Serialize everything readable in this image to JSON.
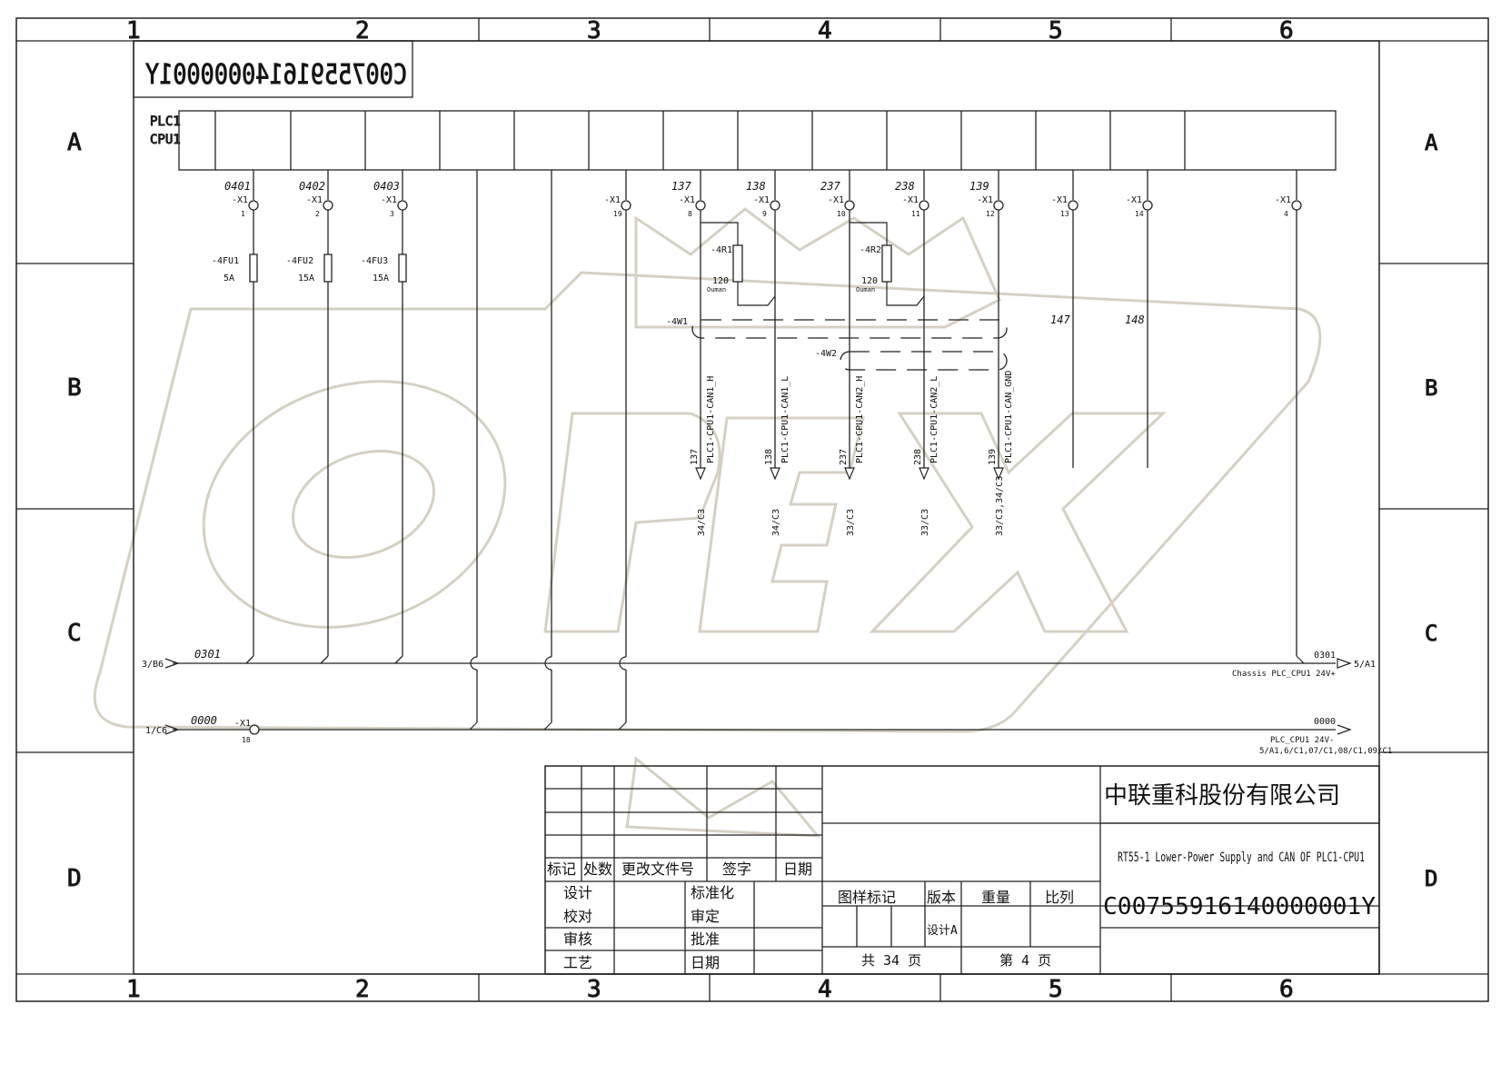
{
  "drawing": {
    "border_numbers_top": [
      "1",
      "2",
      "3",
      "4",
      "5",
      "6"
    ],
    "border_numbers_bottom": [
      "1",
      "2",
      "3",
      "4",
      "5",
      "6"
    ],
    "border_letters": [
      "A",
      "B",
      "C",
      "D"
    ],
    "mirrored_code": "C00755916140000001Y",
    "plc_label": [
      "PLC1",
      "CPU1"
    ],
    "watermark": "OPEX"
  },
  "terminals": [
    {
      "wire": "0401",
      "conn": "-X1",
      "pin": "1"
    },
    {
      "wire": "0402",
      "conn": "-X1",
      "pin": "2"
    },
    {
      "wire": "0403",
      "conn": "-X1",
      "pin": "3"
    },
    {
      "wire": "",
      "conn": "-X1",
      "pin": "19"
    },
    {
      "wire": "137",
      "conn": "-X1",
      "pin": "8"
    },
    {
      "wire": "138",
      "conn": "-X1",
      "pin": "9"
    },
    {
      "wire": "237",
      "conn": "-X1",
      "pin": "10"
    },
    {
      "wire": "238",
      "conn": "-X1",
      "pin": "11"
    },
    {
      "wire": "139",
      "conn": "-X1",
      "pin": "12"
    },
    {
      "wire": "",
      "conn": "-X1",
      "pin": "13"
    },
    {
      "wire": "",
      "conn": "-X1",
      "pin": "14"
    },
    {
      "wire": "",
      "conn": "-X1",
      "pin": "4"
    }
  ],
  "fuses": [
    {
      "name": "-4FU1",
      "rating": "5A"
    },
    {
      "name": "-4FU2",
      "rating": "15A"
    },
    {
      "name": "-4FU3",
      "rating": "15A"
    }
  ],
  "resistors": [
    {
      "name": "-4R1",
      "value": "120",
      "unit": "Ouman"
    },
    {
      "name": "-4R2",
      "value": "120",
      "unit": "Ouman"
    }
  ],
  "cables": [
    "-4W1",
    "-4W2"
  ],
  "free_wires": [
    "147",
    "148"
  ],
  "signals": [
    {
      "label": "PLC1-CPU1-CAN1_H",
      "wire": "137",
      "ref": "34/C3"
    },
    {
      "label": "PLC1-CPU1-CAN1_L",
      "wire": "138",
      "ref": "34/C3"
    },
    {
      "label": "PLC1-CPU1-CAN2_H",
      "wire": "237",
      "ref": "33/C3"
    },
    {
      "label": "PLC1-CPU1-CAN2_L",
      "wire": "238",
      "ref": "33/C3"
    },
    {
      "label": "PLC1-CPU1-CAN_GND",
      "wire": "139",
      "ref": "33/C3,34/C3"
    }
  ],
  "rails": {
    "r0301_in": "3/B6",
    "r0301": "0301",
    "r0301_out": "5/A1",
    "r0301_desc": "Chassis PLC_CPU1 24V+",
    "r0000_in": "1/C6",
    "r0000": "0000",
    "r0000_conn": "-X1",
    "r0000_pin": "18",
    "r0000_desc": "PLC_CPU1 24V-",
    "r0000_refs": "5/A1,6/C1,07/C1,08/C1,09/C1"
  },
  "title_block": {
    "company": "中联重科股份有限公司",
    "drawing_title": "RT55-1 Lower-Power Supply and CAN OF PLC1-CPU1",
    "drawing_no": "C00755916140000001Y",
    "rev_headers": [
      "标记",
      "处数",
      "更改文件号",
      "签字",
      "日期"
    ],
    "roles_left": [
      "设计",
      "校对",
      "审核",
      "工艺"
    ],
    "roles_right": [
      "标准化",
      "审定",
      "批准",
      "日期"
    ],
    "meta_headers": [
      "图样标记",
      "版本",
      "重量",
      "比列"
    ],
    "design_stage": "设计A",
    "total_sheets": "共 34 页",
    "sheet_no": "第 4 页"
  }
}
